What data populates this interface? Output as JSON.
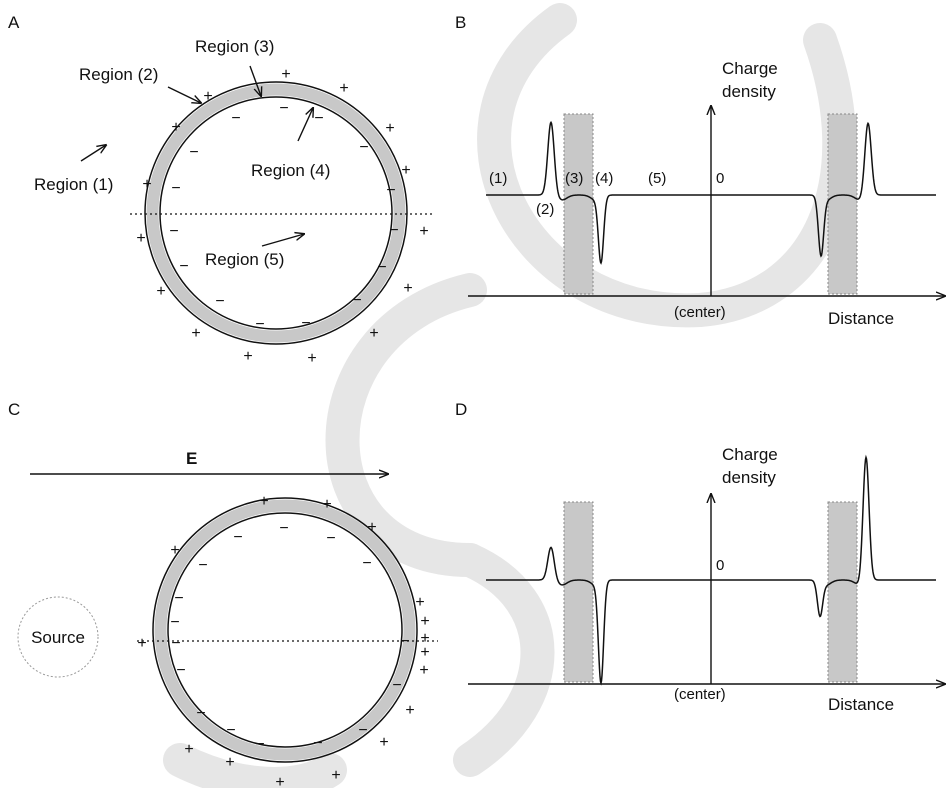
{
  "panels": {
    "A": {
      "letter": "A",
      "regions": [
        "Region (1)",
        "Region (2)",
        "Region (3)",
        "Region (4)",
        "Region (5)"
      ]
    },
    "B": {
      "letter": "B",
      "ylabel_line1": "Charge",
      "ylabel_line2": "density",
      "zero_label": "0",
      "center_label": "(center)",
      "xlabel": "Distance",
      "region_labels": [
        "(1)",
        "(2)",
        "(3)",
        "(4)",
        "(5)"
      ]
    },
    "C": {
      "letter": "C",
      "field_label": "E",
      "source_label": "Source"
    },
    "D": {
      "letter": "D",
      "ylabel_line1": "Charge",
      "ylabel_line2": "density",
      "zero_label": "0",
      "center_label": "(center)",
      "xlabel": "Distance"
    }
  },
  "symbols": {
    "plus": "+",
    "minus": "−"
  },
  "colors": {
    "membrane": "#c8c8c8",
    "ink": "#111111",
    "watermark": "#e6e6e6"
  }
}
